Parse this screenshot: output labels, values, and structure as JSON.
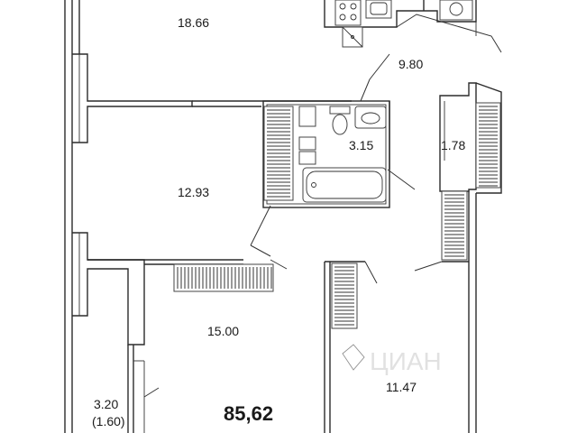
{
  "plan": {
    "total_area": "85,62",
    "rooms": [
      {
        "id": "room-top-left",
        "area": "18.66"
      },
      {
        "id": "hall-top",
        "area": "9.80"
      },
      {
        "id": "bathroom",
        "area": "3.15"
      },
      {
        "id": "closet",
        "area": "1.78"
      },
      {
        "id": "room-middle-left",
        "area": "12.93"
      },
      {
        "id": "room-bottom-left",
        "area": "15.00"
      },
      {
        "id": "room-bottom-right",
        "area": "11.47"
      }
    ],
    "balcony": {
      "area": "3.20",
      "reduced_area": "(1.60)"
    }
  },
  "watermark": {
    "text": "ЦИАН"
  }
}
